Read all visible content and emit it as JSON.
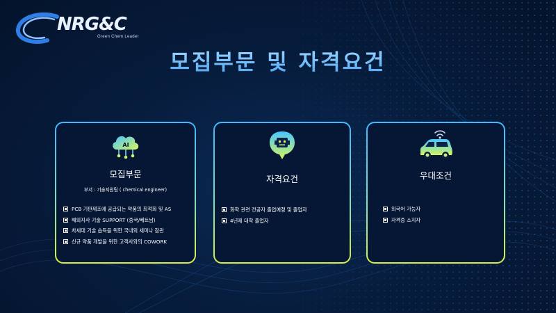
{
  "logo": {
    "brand": "NRG&C",
    "tagline": "Green Chem Leader"
  },
  "page_title": "모집부문 및 자격요건",
  "cards": [
    {
      "icon": "ai-cloud-icon",
      "title": "모집부문",
      "subtitle": "부서 : 기술지원팀 ( chemical engineer)",
      "items": [
        "PCB 기판제조에 공급되는 약품의 최적화 및 AS",
        "해외지사 기술 SUPPORT (중국/베트남)",
        "차세대 기술 습득을 위한 국내외 세미나 참관",
        "신규 약품 개발을 위한 고객사와의 COWORK"
      ]
    },
    {
      "icon": "robot-chat-icon",
      "title": "자격요건",
      "items": [
        "화학 관련 전공자 졸업예정 및 졸업자",
        "4년제 대학 졸업자"
      ]
    },
    {
      "icon": "connected-car-icon",
      "title": "우대조건",
      "items": [
        "외국어 가능자",
        "자격증 소지자"
      ]
    }
  ],
  "colors": {
    "background": "#071d3e",
    "title_gradient_top": "#a7dcff",
    "title_gradient_bottom": "#4ea6f5",
    "card_border_top": "#3fb8ff",
    "card_border_bottom": "#d9f04a"
  }
}
